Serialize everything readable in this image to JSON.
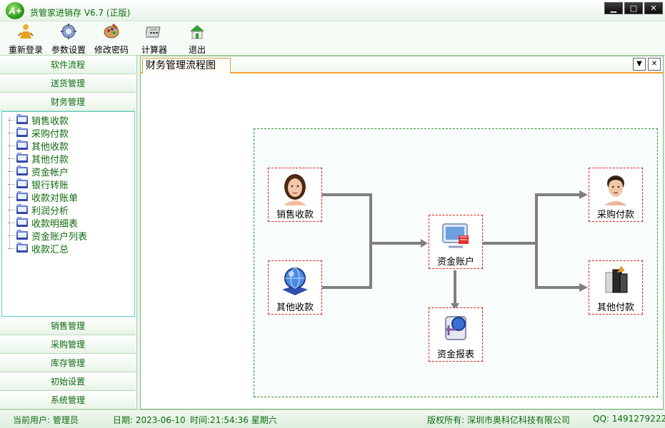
{
  "window": {
    "title": "货管家进销存 V6.7 (正版)",
    "logo": "A+"
  },
  "toolbar": {
    "relogin": "重新登录",
    "settings": "参数设置",
    "password": "修改密码",
    "calculator": "计算器",
    "exit": "退出"
  },
  "sidebar": {
    "top_groups": [
      "软件流程",
      "送货管理",
      "财务管理"
    ],
    "tree_items": [
      "销售收款",
      "采购付款",
      "其他收款",
      "其他付款",
      "资金帐户",
      "银行转账",
      "收款对账单",
      "利润分析",
      "收款明细表",
      "资金账户列表",
      "收款汇总"
    ],
    "bottom_groups": [
      "销售管理",
      "采购管理",
      "库存管理",
      "初始设置",
      "系统管理"
    ]
  },
  "tab": {
    "title": "财务管理流程图"
  },
  "flow": {
    "sales_receipt": "销售收款",
    "other_receipt": "其他收款",
    "fund_account": "资金账户",
    "fund_report": "资金报表",
    "purchase_payment": "采购付款",
    "other_payment": "其他付款"
  },
  "status": {
    "user": "当前用户: 管理员",
    "date": "日期: 2023-06-10",
    "time": "时间:21:54:36 星期六",
    "copyright": "版权所有: 深圳市奥科亿科技有限公司",
    "qq": "QQ: 1491279222"
  },
  "icons": [
    "person-icon",
    "gear-icon",
    "palette-icon",
    "calculator-icon",
    "house-exit-icon",
    "folder-icon"
  ],
  "colors": {
    "accent_green": "#0f6a0f",
    "flow_border": "#2f8f2f",
    "node_border": "#e02020",
    "tab_accent": "#f0a030",
    "arrow": "#7f7f7f"
  }
}
